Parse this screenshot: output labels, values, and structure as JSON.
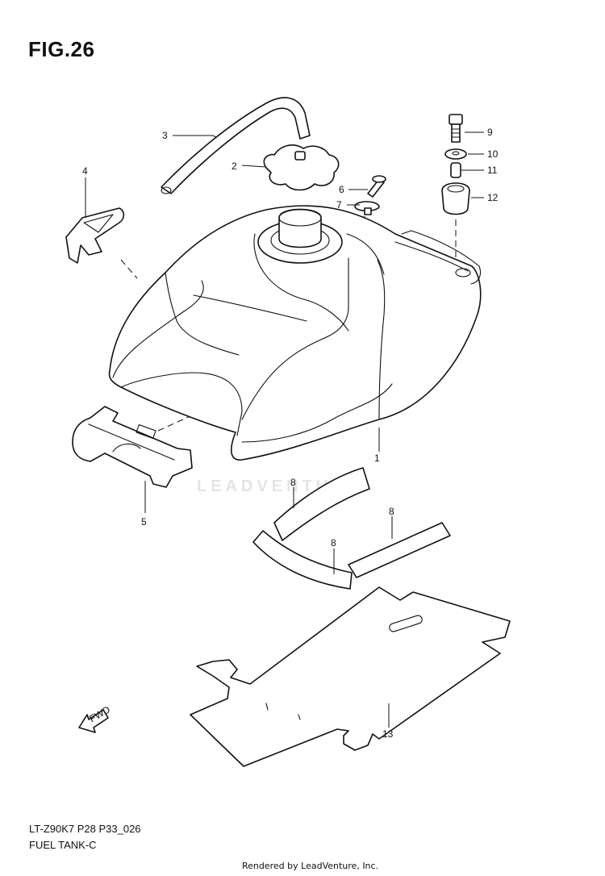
{
  "figure_title": "FIG.26",
  "callouts": [
    "1",
    "2",
    "3",
    "4",
    "5",
    "6",
    "7",
    "8",
    "8",
    "8",
    "9",
    "10",
    "11",
    "12",
    "13"
  ],
  "fwd_label": "FWD",
  "watermark": "LEADVENTURE",
  "footer": {
    "model_code": "LT-Z90K7 P28 P33_026",
    "section_name": "FUEL TANK-C",
    "rendered_by": "Rendered by LeadVenture, Inc."
  }
}
